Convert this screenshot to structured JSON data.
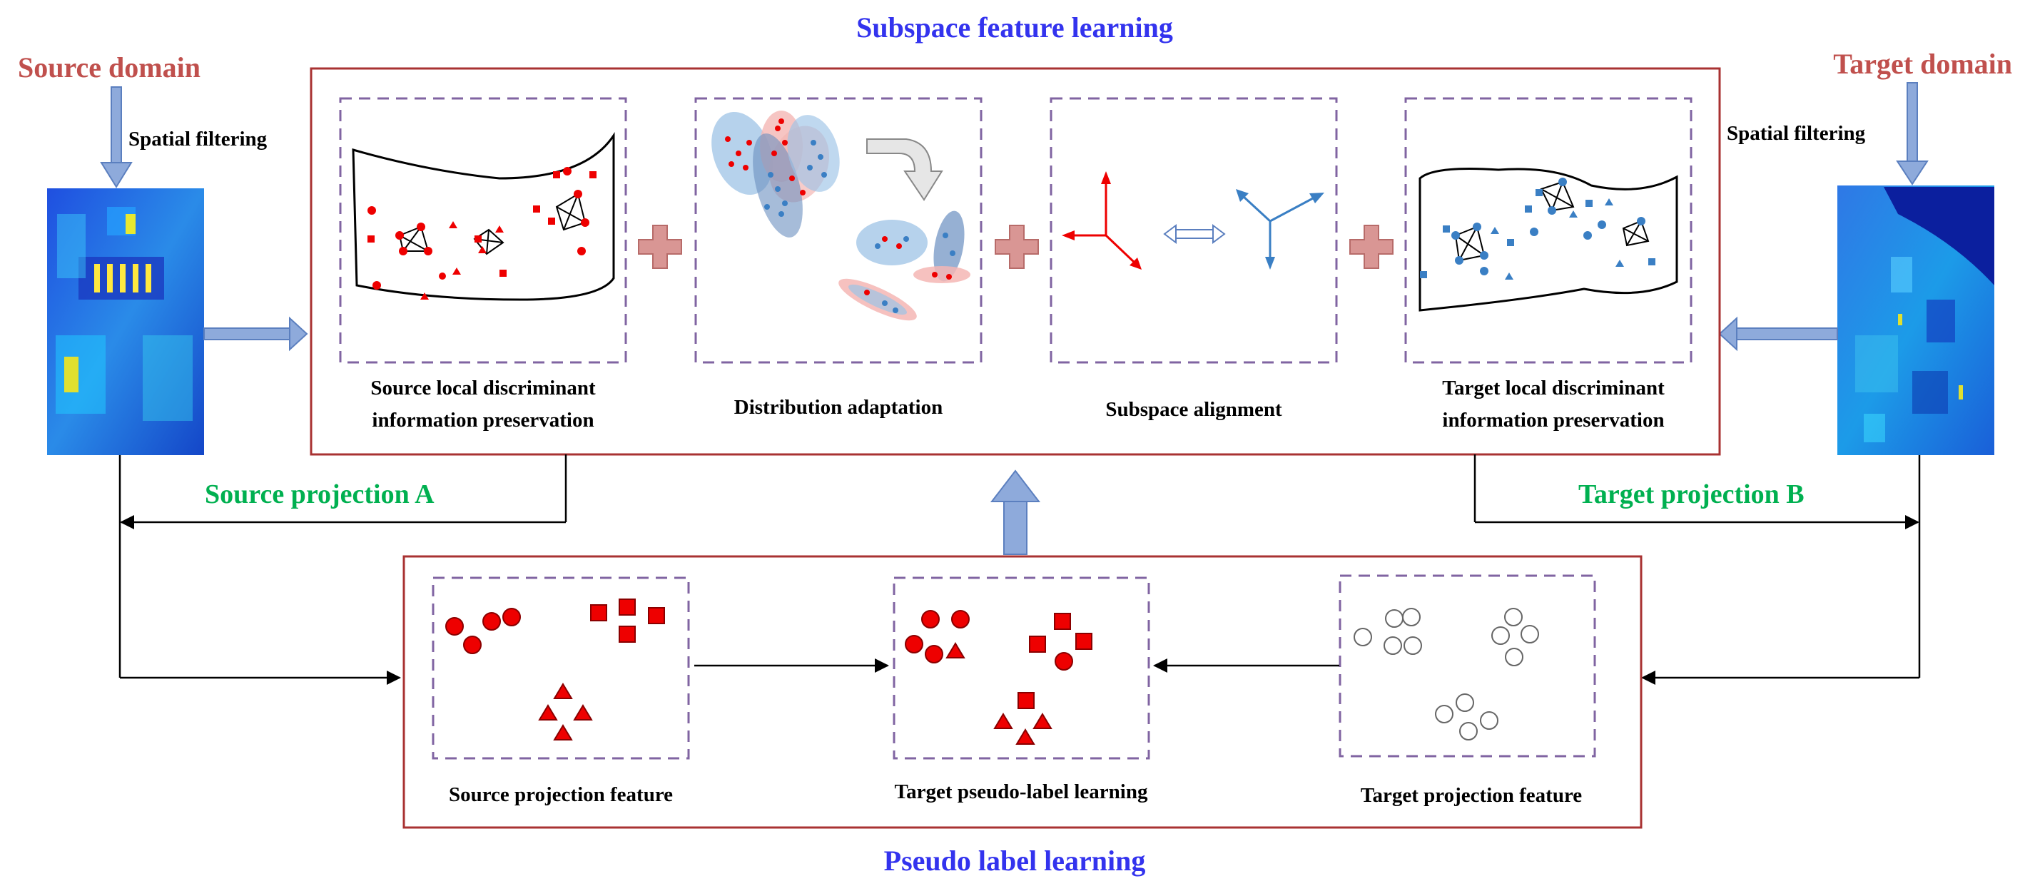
{
  "titles": {
    "top": "Subspace feature learning",
    "bottom": "Pseudo label learning"
  },
  "domains": {
    "source": "Source domain",
    "target": "Target domain",
    "spatial_filtering": "Spatial filtering"
  },
  "projections": {
    "source": "Source projection A",
    "target": "Target projection B"
  },
  "subspace_panels": {
    "source_ldip_line1": "Source local discriminant",
    "source_ldip_line2": "information preservation",
    "distribution": "Distribution adaptation",
    "alignment": "Subspace alignment",
    "target_ldip_line1": "Target local discriminant",
    "target_ldip_line2": "information preservation"
  },
  "pseudo_panels": {
    "source_feature": "Source projection feature",
    "pseudo_label": "Target pseudo-label learning",
    "target_feature": "Target projection feature"
  },
  "colors": {
    "title_blue": "#3333ee",
    "domain_red": "#c0504d",
    "projection_green": "#00b050",
    "frame_red": "#a83232",
    "panel_dash": "#8064a2",
    "arrow_blue": "#8eaadb",
    "plus_pink": "#d99694",
    "marker_red": "#ee0000",
    "marker_blue": "#3a7fc4"
  }
}
